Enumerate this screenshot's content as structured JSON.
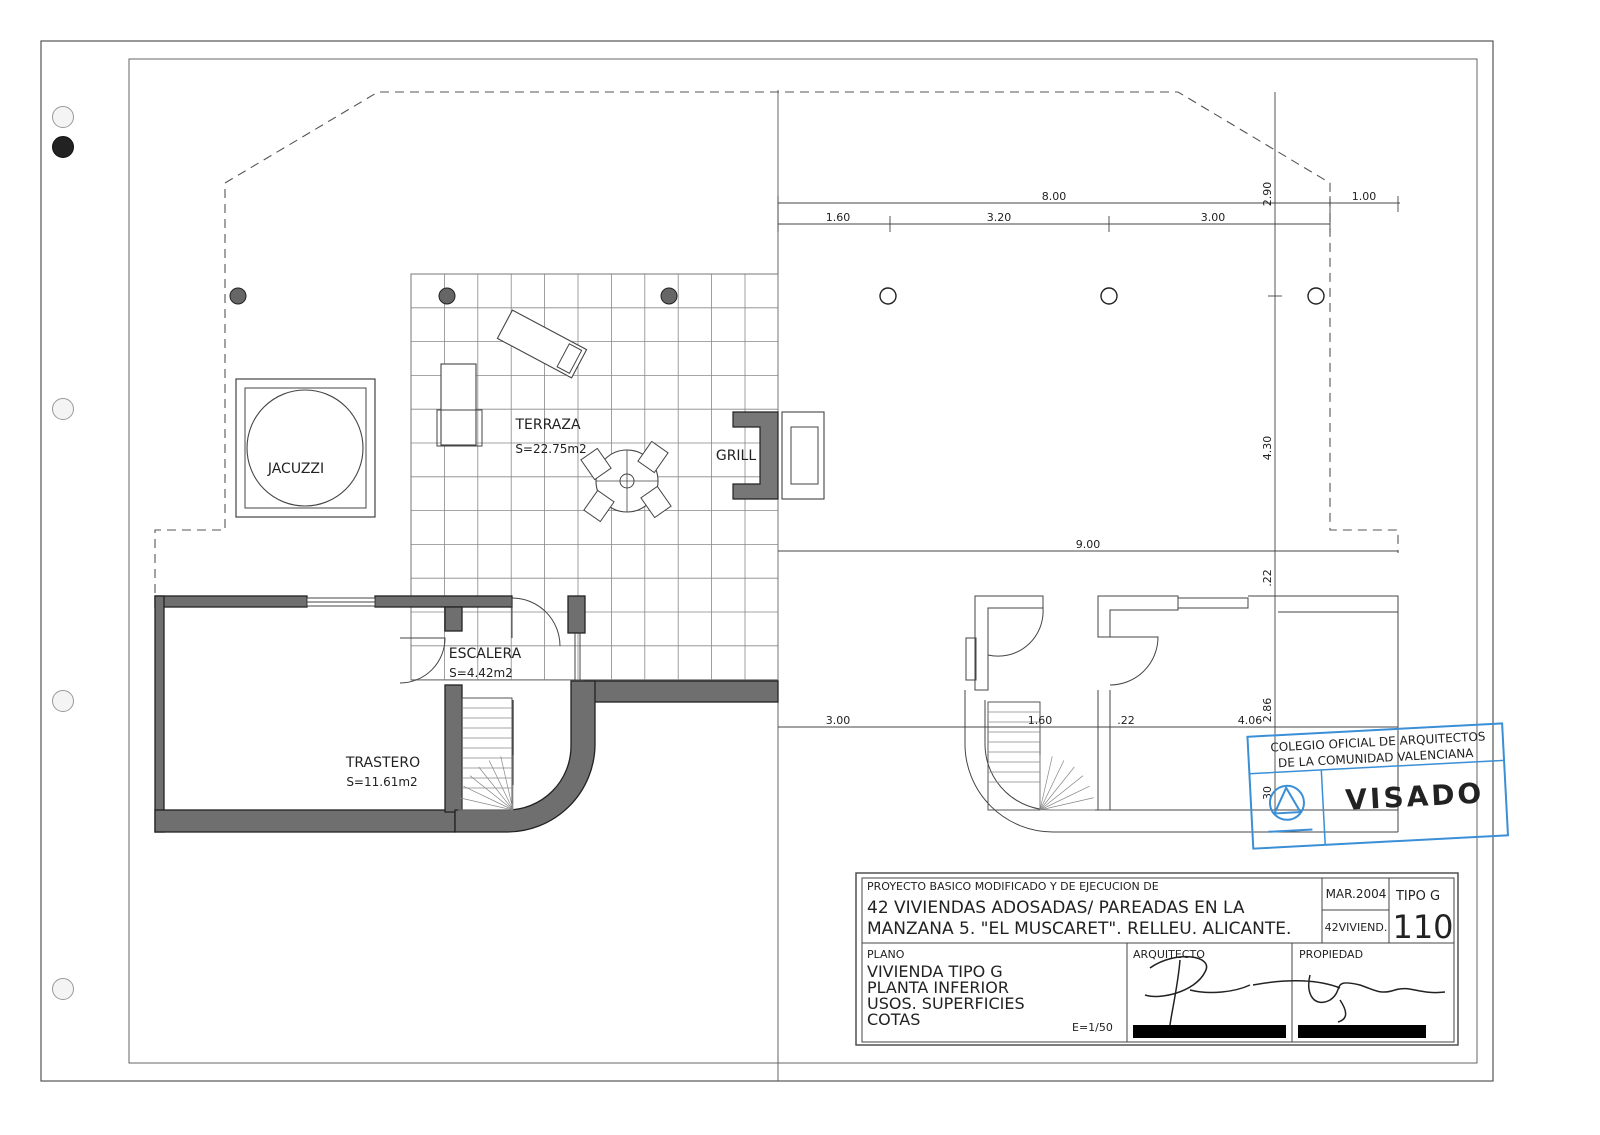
{
  "rooms": {
    "jacuzzi": "JACUZZI",
    "terraza": "TERRAZA",
    "terraza_area": "S=22.75m2",
    "grill": "GRILL",
    "escalera": "ESCALERA",
    "escalera_area": "S=4.42m2",
    "trastero": "TRASTERO",
    "trastero_area": "S=11.61m2"
  },
  "dimensions": {
    "total_width": "8.00",
    "seg1": "1.60",
    "seg2": "3.20",
    "seg3": "3.00",
    "overhang": "1.00",
    "v_top": "2.90",
    "v_mid": "4.30",
    "width2": "9.00",
    "v_small": ".22",
    "lower1": "3.00",
    "lower2": "1.60",
    "lower3": ".22",
    "lower4": "4.06",
    "v_lower": "2.86",
    "v_bottom": "30"
  },
  "stamp": {
    "line1": "COLEGIO OFICIAL DE ARQUITECTOS",
    "line2": "DE LA COMUNIDAD VALENCIANA",
    "visado": "VISADO",
    "color": "#3a8fd6"
  },
  "title_block": {
    "project_header": "PROYECTO BASICO MODIFICADO  Y DE EJECUCION DE",
    "project_line1": "42 VIVIENDAS ADOSADAS/ PAREADAS EN LA",
    "project_line2": "MANZANA 5. \"EL MUSCARET\". RELLEU. ALICANTE.",
    "date": "MAR.2004",
    "tipo": "TIPO G",
    "code": "42VIVIEND.",
    "sheet_number": "110",
    "plano_label": "PLANO",
    "plano_lines": [
      "VIVIENDA TIPO G",
      "PLANTA INFERIOR",
      "USOS. SUPERFICIES",
      "COTAS"
    ],
    "scale": "E=1/50",
    "arquitecto_label": "ARQUITECTO",
    "propiedad_label": "PROPIEDAD"
  }
}
